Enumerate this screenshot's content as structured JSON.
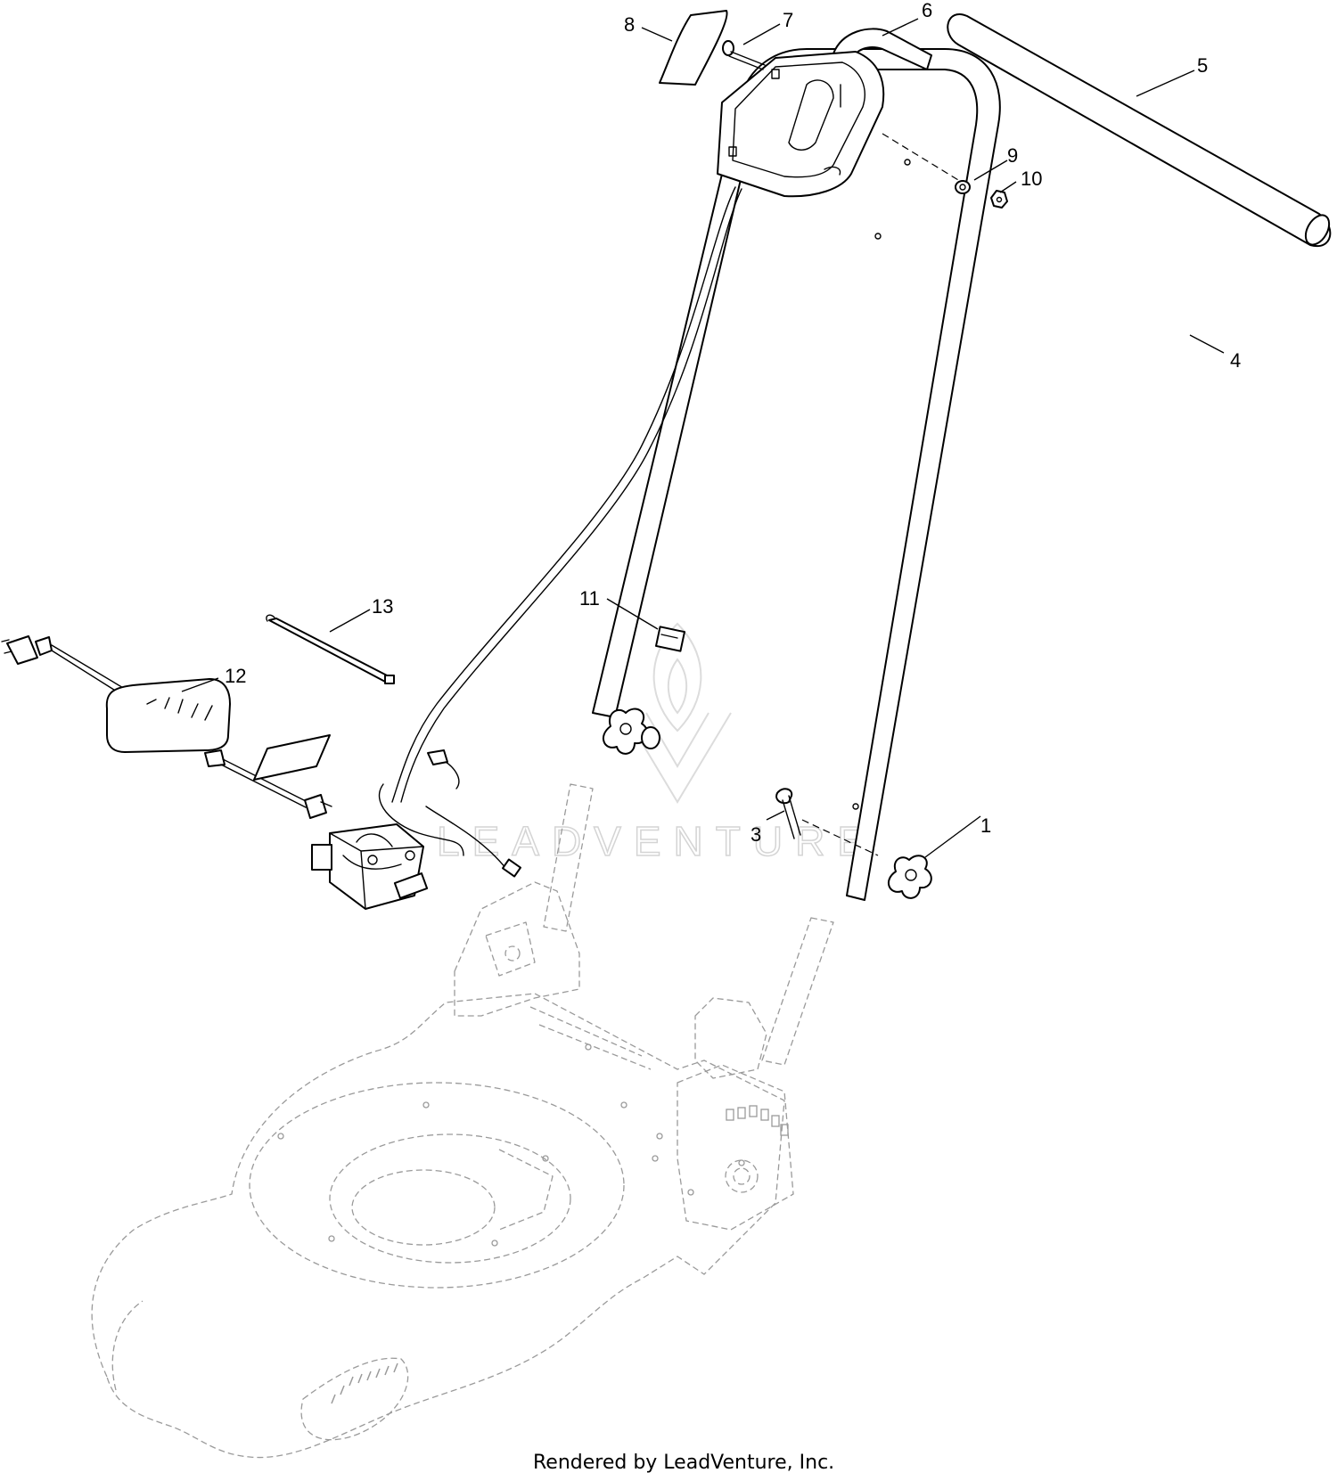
{
  "callouts": {
    "c1": "1",
    "c3": "3",
    "c4": "4",
    "c5": "5",
    "c6": "6",
    "c7": "7",
    "c8": "8",
    "c9": "9",
    "c10": "10",
    "c11": "11",
    "c12": "12",
    "c13": "13"
  },
  "watermark": "LEADVENTURE",
  "footer": "Rendered by LeadVenture, Inc."
}
